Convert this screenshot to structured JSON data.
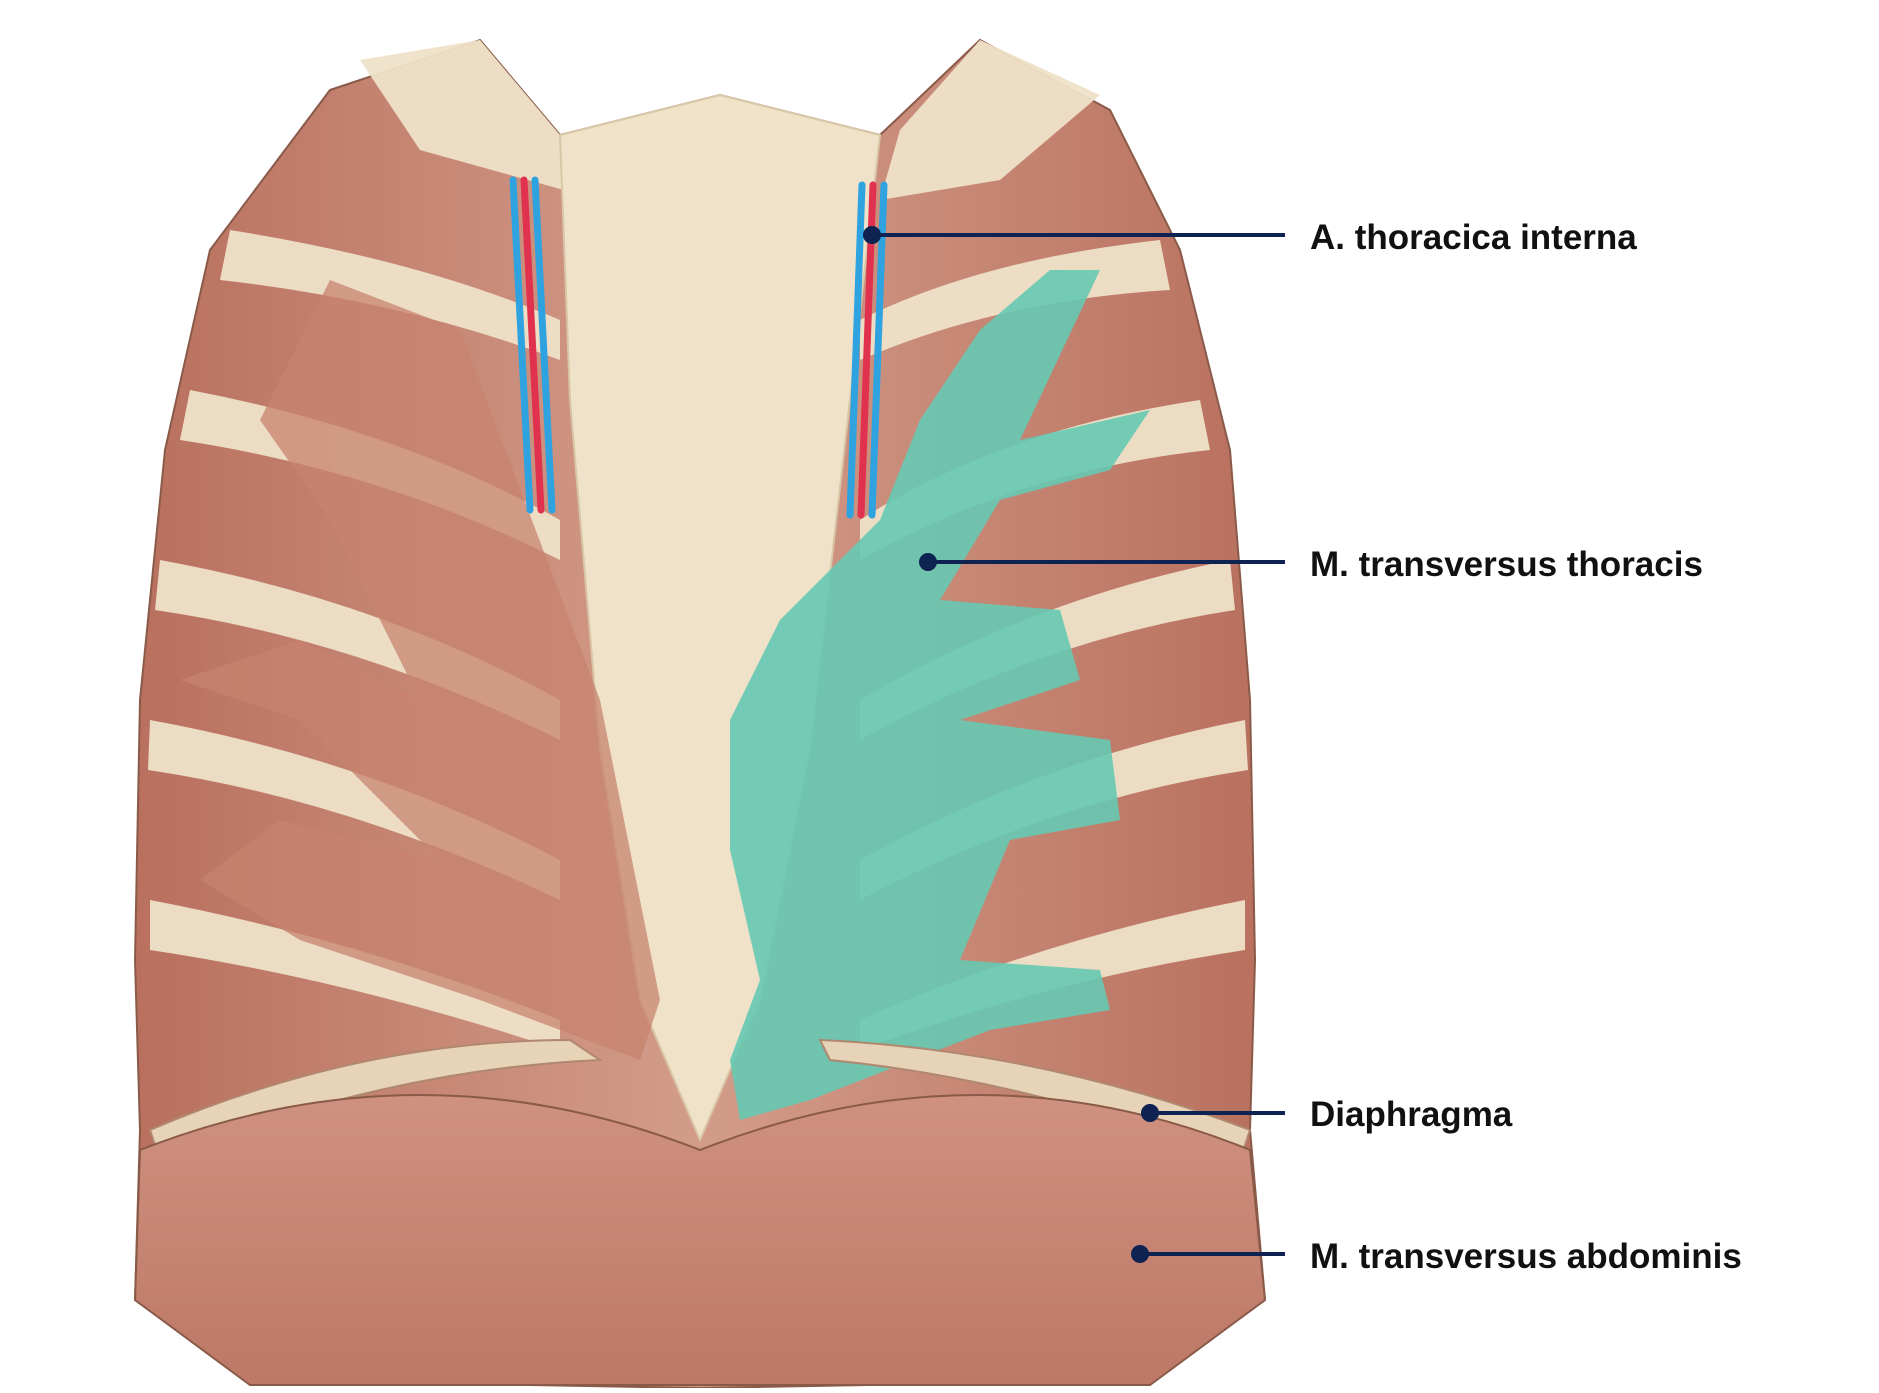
{
  "colors": {
    "muscle": "#c8897a",
    "muscle_dark": "#a9624f",
    "cartilage": "#efe2c9",
    "highlight": "#66c9b3",
    "artery": "#e0314f",
    "vein": "#2ea3e0",
    "leader": "#0f2352"
  },
  "labels": [
    {
      "text": "A. thoracica interna",
      "highlight": false
    },
    {
      "text": "M. transversus thoracis",
      "highlight": true
    },
    {
      "text": "Diaphragma",
      "highlight": false
    },
    {
      "text": "M. transversus abdominis",
      "highlight": false
    }
  ]
}
